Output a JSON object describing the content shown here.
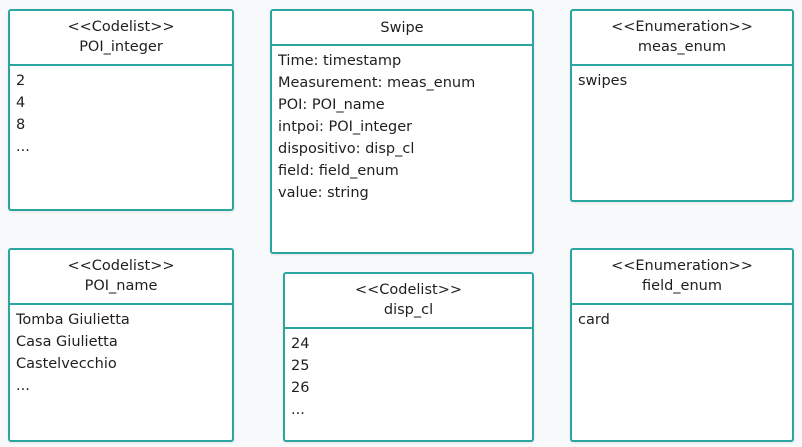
{
  "classes": {
    "poi_integer": {
      "stereotype": "<<Codelist>>",
      "name": "POI_integer",
      "values": [
        "2",
        "4",
        "8",
        "..."
      ]
    },
    "swipe": {
      "stereotype": "",
      "name": "Swipe",
      "attributes": [
        "Time: timestamp",
        "Measurement: meas_enum",
        "POI: POI_name",
        "intpoi: POI_integer",
        "dispositivo: disp_cl",
        "field: field_enum",
        "value: string"
      ]
    },
    "meas_enum": {
      "stereotype": "<<Enumeration>>",
      "name": "meas_enum",
      "values": [
        "swipes"
      ]
    },
    "poi_name": {
      "stereotype": "<<Codelist>>",
      "name": "POI_name",
      "values": [
        "Tomba Giulietta",
        "Casa Giulietta",
        "Castelvecchio",
        "..."
      ]
    },
    "disp_cl": {
      "stereotype": "<<Codelist>>",
      "name": "disp_cl",
      "values": [
        "24",
        "25",
        "26",
        "..."
      ]
    },
    "field_enum": {
      "stereotype": "<<Enumeration>>",
      "name": "field_enum",
      "values": [
        "card"
      ]
    }
  },
  "colors": {
    "border": "#2aa5a0",
    "background": "#f8f9fa",
    "box_fill": "#ffffff"
  }
}
